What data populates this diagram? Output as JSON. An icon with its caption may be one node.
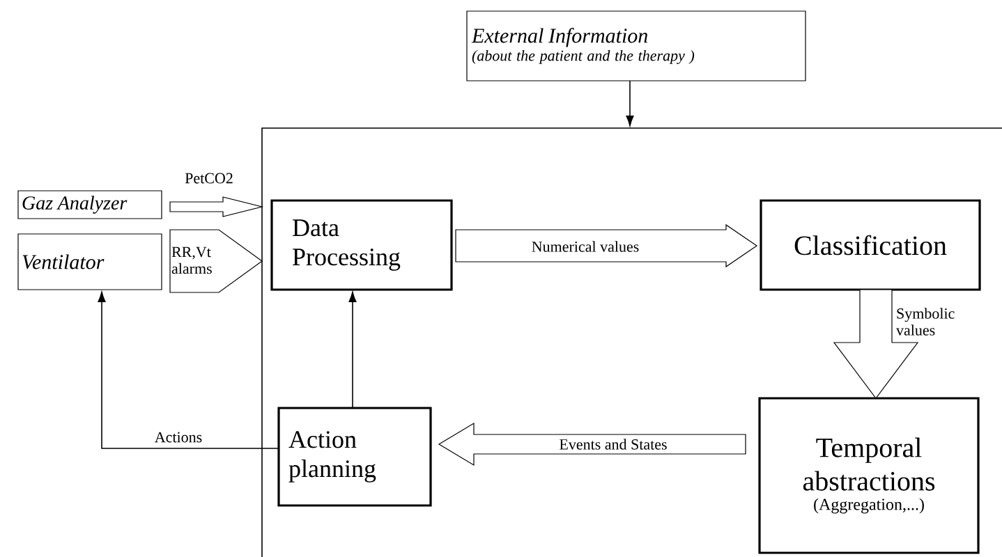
{
  "diagram": {
    "nodes": [
      {
        "text": [
          "External Information",
          "(about the patient and the therapy )"
        ]
      },
      {
        "text": [],
        "shape": "box"
      },
      {
        "text": [
          "Gaz Analyzer"
        ]
      },
      {
        "text": [
          "Ventilator"
        ]
      },
      {
        "text": [
          "Data Processing"
        ],
        "in": 1
      },
      {
        "text": [
          "Classification"
        ],
        "in": 1
      },
      {
        "text": [
          "Temporal abstractions",
          "(Aggregation,...)"
        ],
        "in": 1
      },
      {
        "text": [
          "Action planning"
        ],
        "in": 1
      }
    ],
    "edges": [
      {
        "from": 0,
        "to": 1,
        "arrow": "to"
      },
      {
        "from": 2,
        "to": 4,
        "arrow": "to",
        "label": "PetCO2",
        "style": "thick"
      },
      {
        "from": 3,
        "to": 4,
        "arrow": "to",
        "label": "RR,Vt alarms",
        "style": "thick"
      },
      {
        "from": 4,
        "to": 5,
        "arrow": "to",
        "label": "Numerical values",
        "style": "thick"
      },
      {
        "from": 5,
        "to": 6,
        "arrow": "to",
        "label": "Symbolic values",
        "style": "thick"
      },
      {
        "from": 6,
        "to": 7,
        "arrow": "to",
        "label": "Events and States",
        "style": "thick"
      },
      {
        "from": 7,
        "to": 4,
        "arrow": "to"
      },
      {
        "from": 7,
        "to": 3,
        "arrow": "to",
        "label": "Actions"
      }
    ]
  }
}
